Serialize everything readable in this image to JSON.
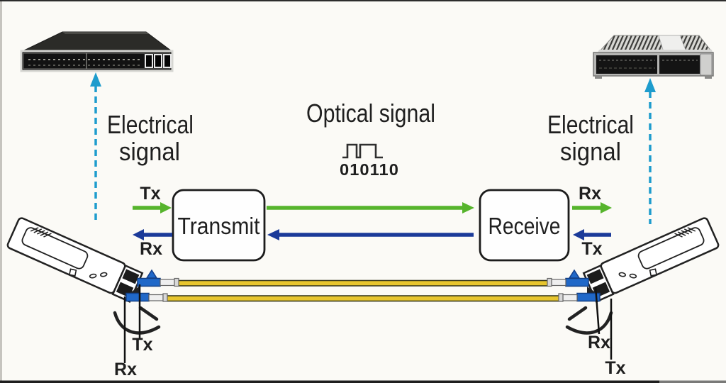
{
  "diagram": {
    "title": "optical-transceiver-signal-flow",
    "optical_signal": {
      "label": "Optical signal",
      "binary": "010110"
    },
    "electrical_left": {
      "line1": "Electrical",
      "line2": "signal"
    },
    "electrical_right": {
      "line1": "Electrical",
      "line2": "signal"
    },
    "transmit_box": {
      "label": "Transmit",
      "tx_in_label": "Tx",
      "rx_out_label": "Rx"
    },
    "receive_box": {
      "label": "Receive",
      "rx_out_label": "Rx",
      "tx_in_label": "Tx"
    },
    "sfp_left": {
      "tx_label": "Tx",
      "rx_label": "Rx"
    },
    "sfp_right": {
      "rx_label": "Rx",
      "tx_label": "Tx"
    },
    "colors": {
      "green_arrow": "#56b42c",
      "blue_arrow": "#1b3a99",
      "dashed_arrow": "#1e9ccd",
      "binary_text": "#1a53ad",
      "fiber_cable": "#e7c52e",
      "lc_connector": "#2068c8"
    }
  }
}
